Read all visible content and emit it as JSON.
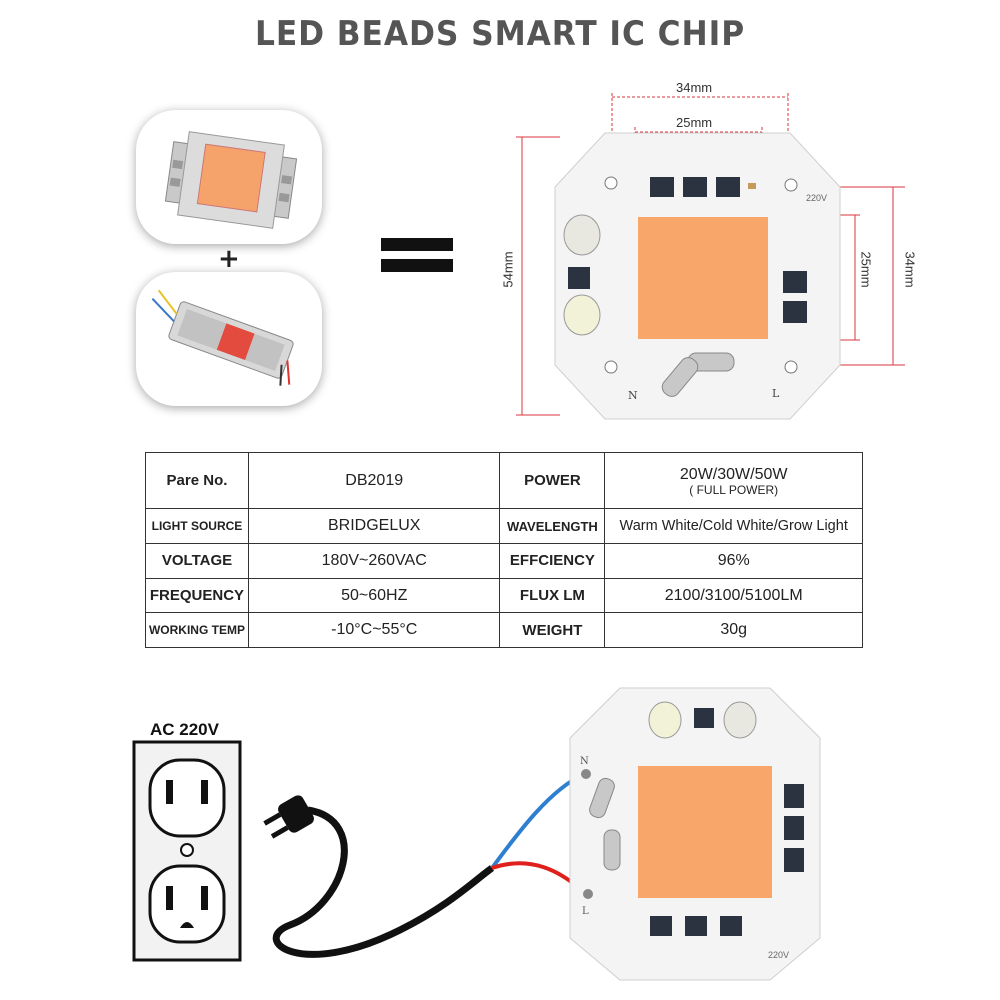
{
  "title": "LED BEADS SMART IC CHIP",
  "plus_sign": "+",
  "dimensions": {
    "outer_width": "34mm",
    "inner_width": "25mm",
    "total_height": "54mm",
    "inner_height": "25mm",
    "outer_height": "34mm"
  },
  "board_labels": {
    "voltage_mark": "220V",
    "neutral": "N",
    "live": "L"
  },
  "specs": {
    "rows": [
      {
        "k1": "Pare No.",
        "v1": "DB2019",
        "k2": "POWER",
        "v2": "20W/30W/50W",
        "v2_sub": "( FULL POWER)"
      },
      {
        "k1": "LIGHT SOURCE",
        "v1": "BRIDGELUX",
        "k2": "WAVELENGTH",
        "v2": "Warm White/Cold White/Grow Light"
      },
      {
        "k1": "VOLTAGE",
        "v1": "180V~260VAC",
        "k2": "EFFCIENCY",
        "v2": "96%"
      },
      {
        "k1": "FREQUENCY",
        "v1": "50~60HZ",
        "k2": "FLUX LM",
        "v2": "2100/3100/5100LM"
      },
      {
        "k1": "WORKING TEMP",
        "v1": "-10°C~55°C",
        "k2": "WEIGHT",
        "v2": "30g"
      }
    ]
  },
  "wiring": {
    "supply_label": "AC 220V"
  },
  "colors": {
    "led_orange": "#f9a66a",
    "wire_blue": "#2f7fd1",
    "wire_red": "#e0201c",
    "dim_line": "#d9363e"
  }
}
